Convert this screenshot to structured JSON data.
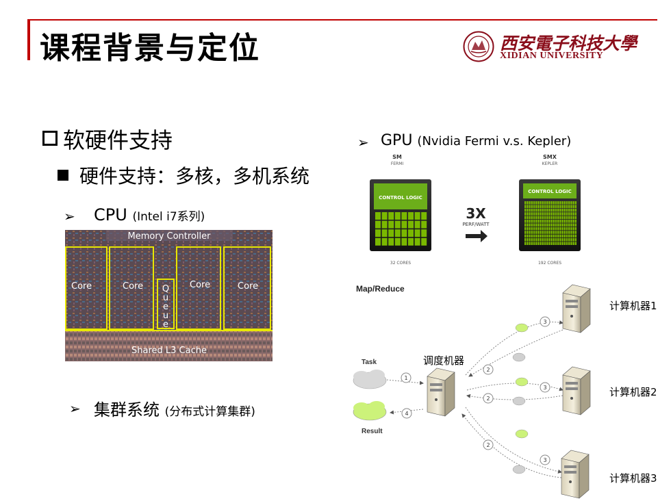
{
  "header": {
    "title": "课程背景与定位",
    "logo_cn": "西安電子科技大學",
    "logo_en": "XIDIAN UNIVERSITY"
  },
  "left": {
    "l1": "软硬件支持",
    "l2": "硬件支持：多核，多机系统",
    "cpu": {
      "main": "CPU ",
      "sub": "(Intel i7系列)"
    },
    "cluster": {
      "main": "集群系统 ",
      "sub": "(分布式计算集群)"
    },
    "arrow_glyph": "➢"
  },
  "cpu_die": {
    "memory_controller": "Memory Controller",
    "core": "Core",
    "queue": [
      "Q",
      "u",
      "e",
      "u",
      "e"
    ],
    "shared_cache": "Shared L3 Cache"
  },
  "gpu": {
    "main": "GPU ",
    "sub": "(Nvidia Fermi v.s. Kepler)",
    "sm": "SM",
    "fermi": "FERMI",
    "smx": "SMX",
    "kepler": "KEPLER",
    "control_logic": "CONTROL LOGIC",
    "speedup": "3X",
    "perf": "PERF/WATT",
    "cores_left": "32 CORES",
    "cores_right": "192 CORES"
  },
  "mapreduce": {
    "title": "Map/Reduce",
    "scheduler": "调度机器",
    "task": "Task",
    "result": "Result",
    "machine1": "计算机器1",
    "machine2": "计算机器2",
    "machine3": "计算机器3",
    "steps": [
      "1",
      "2",
      "3",
      "4"
    ]
  },
  "colors": {
    "accent_red": "#c00000",
    "logo_red": "#8a0d1a",
    "chip_green": "#7ab800",
    "cpu_outline": "#e8e800",
    "cloud_green": "#ccf27a",
    "cloud_gray": "#d0d0d0"
  }
}
